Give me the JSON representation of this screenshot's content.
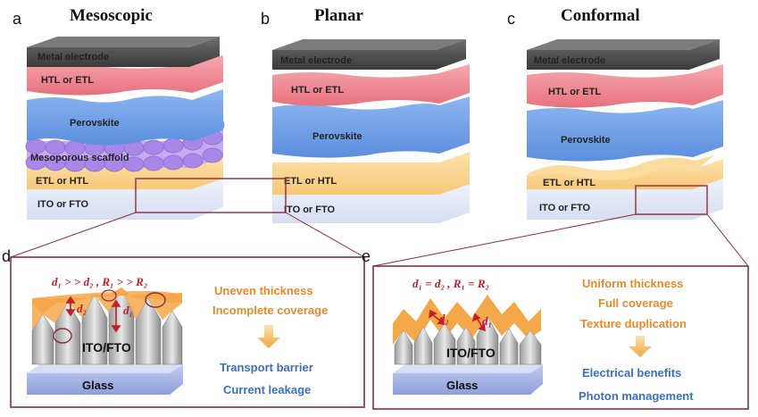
{
  "panels": {
    "a": {
      "letter": "a",
      "title": "Mesoscopic"
    },
    "b": {
      "letter": "b",
      "title": "Planar"
    },
    "c": {
      "letter": "c",
      "title": "Conformal"
    },
    "d": {
      "letter": "d"
    },
    "e": {
      "letter": "e"
    }
  },
  "stack_a": {
    "metal": "Metal electrode",
    "htl": "HTL or ETL",
    "perovskite": "Perovskite",
    "scaffold": "Mesoporous scaffold",
    "etl": "ETL or HTL",
    "ito": "ITO or FTO"
  },
  "stack_b": {
    "metal": "Metal electrode",
    "htl": "HTL or ETL",
    "perovskite": "Perovskite",
    "etl": "ETL or HTL",
    "ito": "ITO or FTO"
  },
  "stack_c": {
    "metal": "Metal electrode",
    "htl": "HTL or ETL",
    "perovskite": "Perovskite",
    "etl": "ETL or HTL",
    "ito": "ITO or FTO"
  },
  "detail_d": {
    "equation": "d₁ > > d₂ ,  R₁ > > R₂",
    "d1": "d₁",
    "d2": "d₂",
    "substrate": "ITO/FTO",
    "glass": "Glass",
    "issues": [
      "Uneven thickness",
      "Incomplete coverage"
    ],
    "results": [
      "Transport barrier",
      "Current  leakage"
    ]
  },
  "detail_e": {
    "equation": "d₁ = d₂ ,   R₁ = R₂",
    "d1": "d₁",
    "d2": "d₂",
    "substrate": "ITO/FTO",
    "glass": "Glass",
    "features": [
      "Uniform thickness",
      "Full coverage",
      "Texture duplication"
    ],
    "results": [
      "Electrical benefits",
      "Photon management"
    ]
  },
  "colors": {
    "metal": "#4a4a4a",
    "htl": "#ef8c96",
    "perovskite": "#6fa0e6",
    "scaffold": "#b89ae8",
    "etl": "#fbd58e",
    "ito": "#e3e9f7",
    "frame": "#8b2c3a",
    "orange": "#e8892b",
    "blue": "#3a6fc4"
  }
}
